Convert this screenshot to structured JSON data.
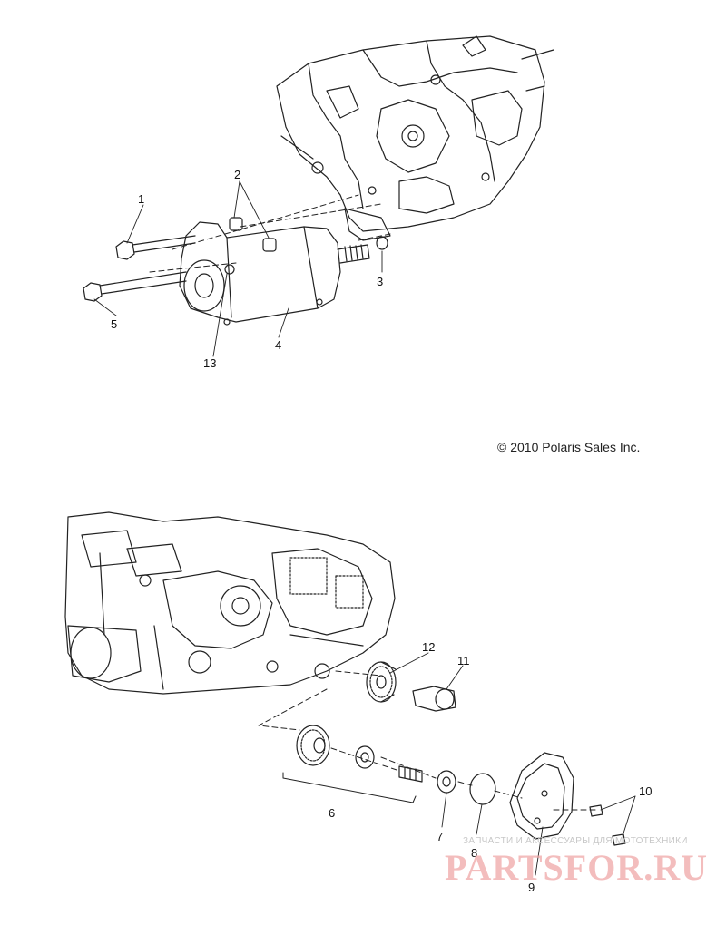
{
  "copyright": "© 2010 Polaris Sales Inc.",
  "watermark": {
    "tagline": "ЗАПЧАСТИ И АКСЕССУАРЫ ДЛЯ МОТОТЕХНИКИ",
    "brand": "PARTSFOR.RU",
    "color": "#f0a7a7"
  },
  "callouts": {
    "c1": "1",
    "c2": "2",
    "c3": "3",
    "c4": "4",
    "c5": "5",
    "c6": "6",
    "c7": "7",
    "c8": "8",
    "c9": "9",
    "c10": "10",
    "c11": "11",
    "c12": "12",
    "c13": "13"
  }
}
